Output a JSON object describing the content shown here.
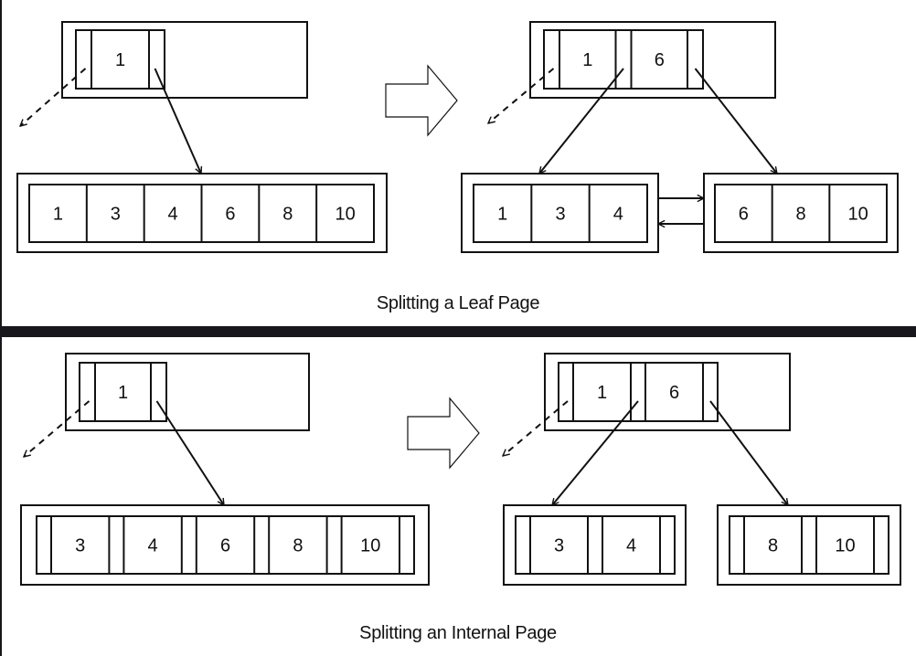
{
  "figures": [
    {
      "id": "leaf-split",
      "caption": "Splitting a Leaf Page",
      "before": {
        "root_keys": [
          "1"
        ],
        "leaf_keys": [
          "1",
          "3",
          "4",
          "6",
          "8",
          "10"
        ]
      },
      "after": {
        "root_keys": [
          "1",
          "6"
        ],
        "left_leaf_keys": [
          "1",
          "3",
          "4"
        ],
        "right_leaf_keys": [
          "6",
          "8",
          "10"
        ],
        "sibling_links": true
      }
    },
    {
      "id": "internal-split",
      "caption": "Splitting an Internal Page",
      "before": {
        "root_keys": [
          "1"
        ],
        "internal_keys": [
          "3",
          "4",
          "6",
          "8",
          "10"
        ]
      },
      "after": {
        "root_keys": [
          "1",
          "6"
        ],
        "left_internal_keys": [
          "3",
          "4"
        ],
        "right_internal_keys": [
          "8",
          "10"
        ]
      }
    }
  ],
  "colors": {
    "stroke": "#111111",
    "background": "#ffffff",
    "separator": "#18181c"
  }
}
